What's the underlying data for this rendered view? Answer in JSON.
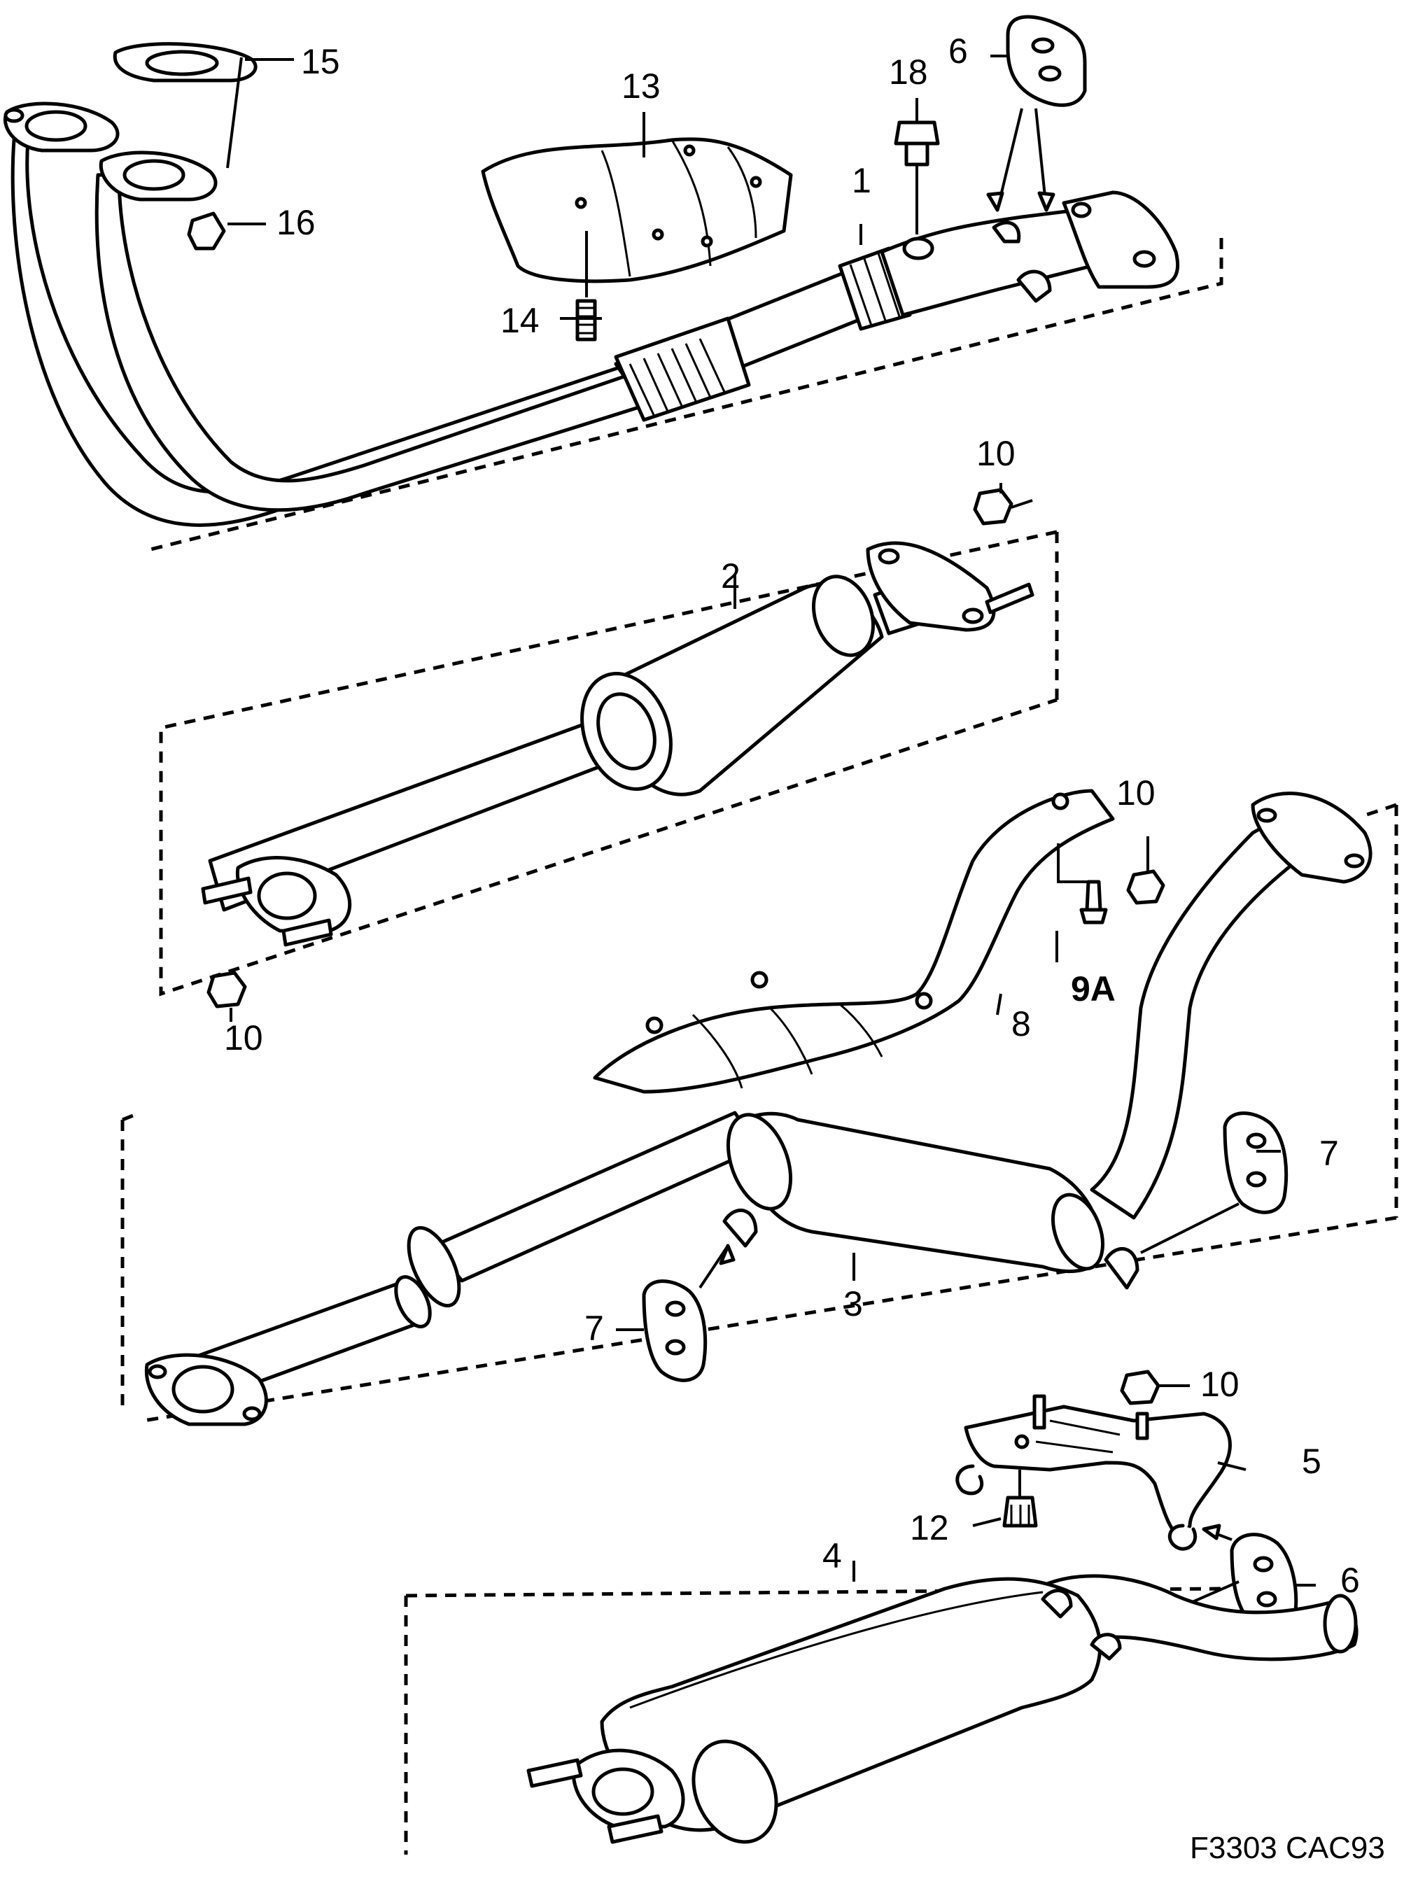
{
  "figure_code": "F3303 CAC93",
  "labels": {
    "l1": "1",
    "l2": "2",
    "l3": "3",
    "l4": "4",
    "l5": "5",
    "l6a": "6",
    "l6b": "6",
    "l7a": "7",
    "l7b": "7",
    "l8": "8",
    "l9a": "9A",
    "l10a": "10",
    "l10b": "10",
    "l10c": "10",
    "l10d": "10",
    "l12": "12",
    "l13": "13",
    "l14": "14",
    "l15": "15",
    "l16": "16",
    "l18": "18"
  }
}
